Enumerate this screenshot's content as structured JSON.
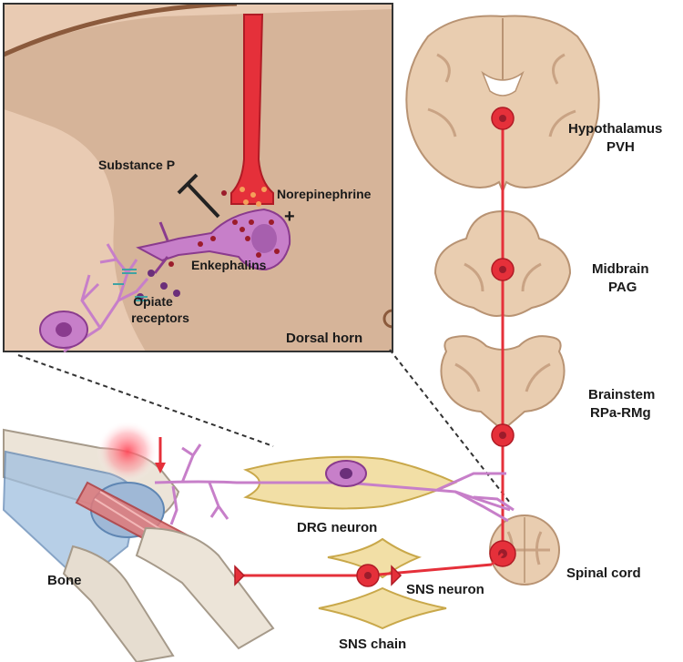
{
  "labels": {
    "substance_p": "Substance P",
    "norepinephrine": "Norepinephrine",
    "plus": "+",
    "enkephalins": "Enkephalins",
    "opiate_receptors_line1": "Opiate",
    "opiate_receptors_line2": "receptors",
    "dorsal_horn": "Dorsal horn",
    "hypothalamus_line1": "Hypothalamus",
    "hypothalamus_line2": "PVH",
    "midbrain_line1": "Midbrain",
    "midbrain_line2": "PAG",
    "brainstem_line1": "Brainstem",
    "brainstem_line2": "RPa-RMg",
    "drg_neuron": "DRG neuron",
    "bone": "Bone",
    "spinal_cord": "Spinal cord",
    "sns_neuron": "SNS neuron",
    "sns_chain": "SNS chain"
  },
  "colors": {
    "pathway_red": "#e5303a",
    "neuron_purple": "#c77fc9",
    "tissue_tan": "#e8cbb2",
    "tissue_dark": "#d2b096",
    "ganglion_yellow": "#f2dfa6",
    "brain_tan": "#e9cdb0"
  }
}
